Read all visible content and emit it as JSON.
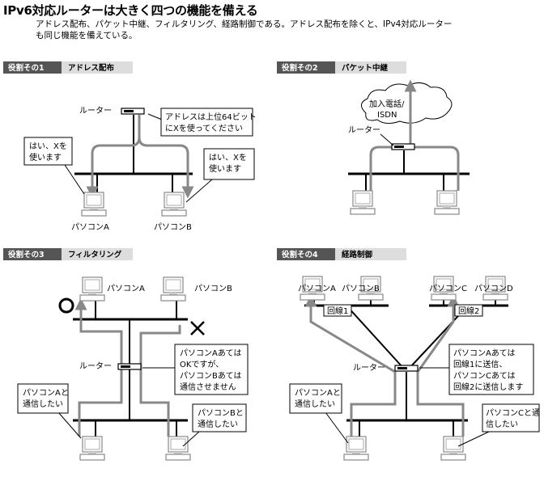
{
  "header": {
    "title": "IPv6対応ルーターは大きく四つの機能を備える",
    "subtitle": "アドレス配布、パケット中継、フィルタリング、経路制御である。アドレス配布を除くと、IPv4対応ルーターも同じ機能を備えている。"
  },
  "panels": [
    {
      "tag": "役割その1",
      "name": "アドレス配布",
      "router_label": "ルーター",
      "pc_a": "パソコンA",
      "pc_b": "パソコンB",
      "callout_router": [
        "アドレスは上位64ビット",
        "にXを使ってください"
      ],
      "callout_a": [
        "はい、Xを",
        "使います"
      ],
      "callout_b": [
        "はい、Xを",
        "使います"
      ]
    },
    {
      "tag": "役割その2",
      "name": "パケット中継",
      "router_label": "ルーター",
      "cloud": [
        "加入電話/",
        "ISDN"
      ]
    },
    {
      "tag": "役割その3",
      "name": "フィルタリング",
      "router_label": "ルーター",
      "pc_a": "パソコンA",
      "pc_b": "パソコンB",
      "callout_router": [
        "パソコンAあては",
        "OKですが、",
        "パソコンBあては",
        "通信させません"
      ],
      "callout_a": [
        "パソコンAと",
        "通信したい"
      ],
      "callout_b": [
        "パソコンBと",
        "通信したい"
      ]
    },
    {
      "tag": "役割その4",
      "name": "経路制御",
      "router_label": "ルーター",
      "pc_a": "パソコンA",
      "pc_b": "パソコンB",
      "pc_c": "パソコンC",
      "pc_d": "パソコンD",
      "line1": "回線1",
      "line2": "回線2",
      "callout_router": [
        "パソコンAあては",
        "回線1に送信、",
        "パソコンCあては",
        "回線2に送信します"
      ],
      "callout_a": [
        "パソコンAと",
        "通信したい"
      ],
      "callout_c": [
        "パソコンCと通",
        "信したい"
      ]
    }
  ]
}
